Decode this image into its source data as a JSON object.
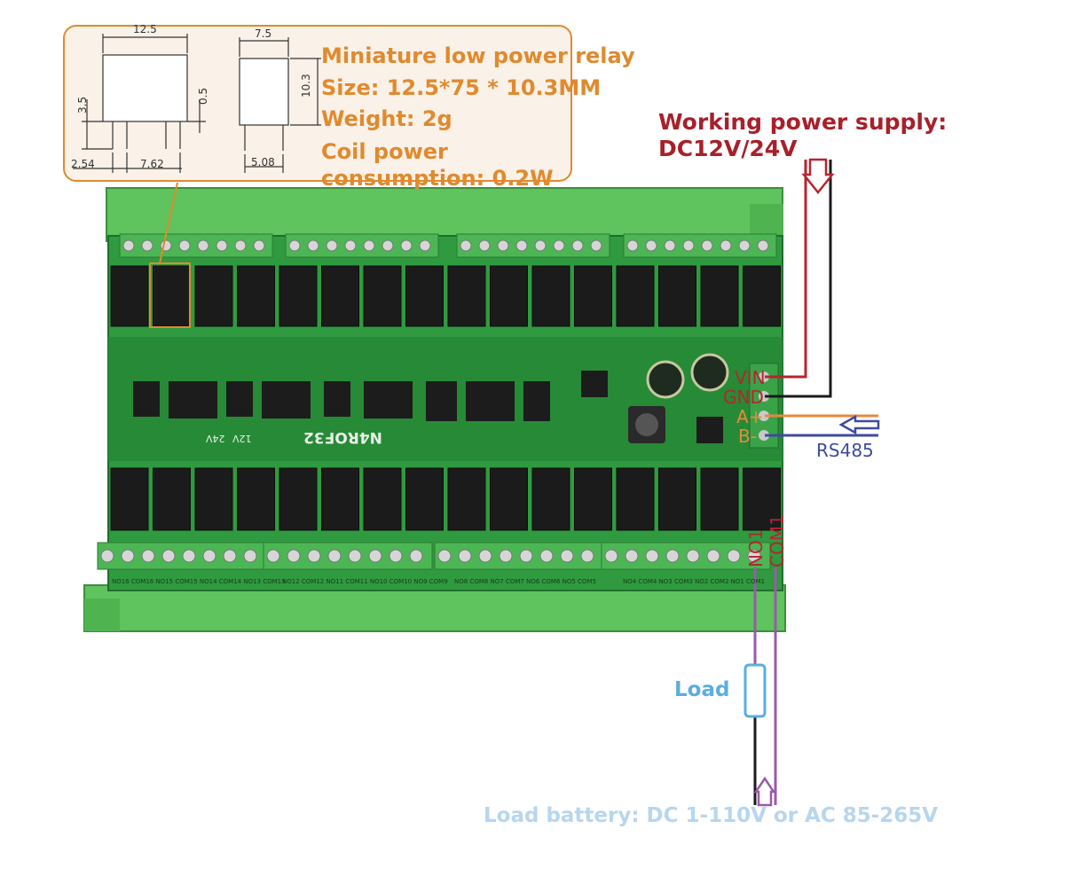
{
  "relay_spec": {
    "title": "Miniature low power relay",
    "size": "Size: 12.5*75 * 10.3MM",
    "weight": "Weight: 2g",
    "coil_line1": "Coil power",
    "coil_line2": "consumption: 0.2W",
    "dims": {
      "width": "12.5",
      "pin_h": "3.5",
      "gap": "0.5",
      "pitch_a": "2.54",
      "pitch_b": "7.62",
      "side_w": "7.5",
      "height": "10.3",
      "side_pitch": "5.08"
    }
  },
  "power": {
    "line1": "Working power supply:",
    "line2": "DC12V/24V"
  },
  "pins": {
    "vin": "VIN",
    "gnd": "GND",
    "a": "A+",
    "b": "B-"
  },
  "rs485": "RS485",
  "outputs": {
    "no1": "NO1",
    "com1": "COM1"
  },
  "load": "Load",
  "battery": "Load battery: DC 1-110V or AC 85-265V",
  "board": {
    "model": "N4ROF32",
    "jumper_12v": "12V",
    "jumper_24v": "24V",
    "terminal_groups_bottom": [
      "NO16 COM16 NO15 COM15 NO14 COM14 NO13 COM13",
      "NO12 COM12 NO11 COM11 NO10 COM10 NO9 COM9",
      "NO8 COM8 NO7 COM7 NO6 COM6 NO5 COM5",
      "NO4 COM4 NO3 COM3 NO2 COM2 NO1 COM1"
    ]
  },
  "colors": {
    "spec_orange": "#e08a2e",
    "power_red": "#a8202a",
    "wire_red": "#b52530",
    "pin_orange": "#e58a3c",
    "rs_blue": "#3d4ba0",
    "load_blue": "#5aaee0",
    "battery_blue": "#b7d6ee",
    "wire_purple": "#9a5aa8",
    "board_green": "#2d9a3c",
    "rail_green": "#4dbb55"
  }
}
